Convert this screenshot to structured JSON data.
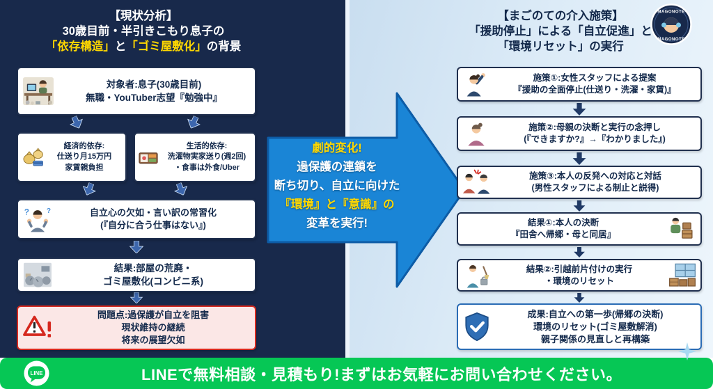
{
  "left_panel": {
    "title_lines": [
      "【現状分析】",
      "30歳目前・半引きこもり息子の"
    ],
    "title_line3_parts": [
      {
        "text": "「依存構造」",
        "highlight": true
      },
      {
        "text": "と",
        "highlight": false
      },
      {
        "text": "「ゴミ屋敷化」",
        "highlight": true
      },
      {
        "text": "の背景",
        "highlight": false
      }
    ],
    "boxes": {
      "subject": {
        "icon": "hikikomori-desk-icon",
        "lines": [
          "対象者:息子(30歳目前)",
          "無職・YouTuber志望『勉強中』"
        ]
      },
      "economic": {
        "icon": "money-bags-icon",
        "lines": [
          "経済的依存:",
          "仕送り月15万円",
          "家賃親負担"
        ]
      },
      "lifestyle": {
        "icon": "bento-icon",
        "lines": [
          "生活的依存:",
          "洗濯物実家送り(週2回)",
          "・食事は外食/Uber"
        ]
      },
      "mindset": {
        "icon": "shrug-person-icon",
        "lines": [
          "自立心の欠如・言い訳の常習化",
          "(『自分に合う仕事はない』)"
        ]
      },
      "result": {
        "icon": "trash-room-icon",
        "lines": [
          "結果:部屋の荒廃・",
          "ゴミ屋敷化(コンビニ系)"
        ]
      },
      "problem": {
        "icon": "warning-icon",
        "lines": [
          "問題点:過保護が自立を阻害",
          "現状維持の継続",
          "将来の展望欠如"
        ]
      }
    }
  },
  "center_arrow": {
    "lines": [
      "劇的変化!",
      "過保護の連鎖を",
      "断ち切り、自立に向けた",
      "『環境』と『意識』の",
      "変革を実行!"
    ]
  },
  "right_panel": {
    "title_lines": [
      "【まごのての介入施策】",
      "「援助停止」による「自立促進」と",
      "「環境リセット」の実行"
    ],
    "badge_text": "MAGONOTE",
    "boxes": {
      "step1": {
        "icon": "female-staff-icon",
        "lines": [
          "施策①:女性スタッフによる提案",
          "『援助の全面停止(仕送り・洗濯・家賃)』"
        ]
      },
      "step2": {
        "icon": "mother-icon",
        "lines": [
          "施策②:母親の決断と実行の念押し",
          "(『できますか?』→『わかりました』)"
        ]
      },
      "step3": {
        "icon": "confrontation-icon",
        "lines": [
          "施策③:本人の反発への対応と対話",
          "(男性スタッフによる制止と説得)"
        ]
      },
      "result1": {
        "icon": "traveler-icon",
        "lines": [
          "結果①:本人の決断",
          "『田舎へ帰郷・母と同居』"
        ]
      },
      "result2": {
        "icons": [
          "cleaner-icon",
          "moving-boxes-icon"
        ],
        "lines": [
          "結果②:引越前片付けの実行",
          "・環境のリセット"
        ]
      },
      "outcome": {
        "icon": "shield-check-icon",
        "lines": [
          "成果:自立への第一歩(帰郷の決断)",
          "環境のリセット(ゴミ屋敷解消)",
          "親子関係の見直しと再構築"
        ]
      }
    }
  },
  "footer": {
    "line_label": "LINE",
    "text": "LINEで無料相談・見積もり!まずはお気軽にお問い合わせください。"
  },
  "decor": {
    "question_mark": "?"
  },
  "colors": {
    "left_bg": "#18294b",
    "right_bg_start": "#c9def0",
    "right_bg_end": "#eef6fc",
    "arrow_blue": "#1a85d6",
    "accent_yellow": "#ffd800",
    "alert_red": "#d5281e",
    "success_blue": "#2a6cb5",
    "line_green": "#06c755",
    "text_navy": "#13294b"
  },
  "icons": [
    "hikikomori-desk-icon",
    "money-bags-icon",
    "bento-icon",
    "shrug-person-icon",
    "trash-room-icon",
    "warning-icon",
    "female-staff-icon",
    "mother-icon",
    "confrontation-icon",
    "traveler-icon",
    "cleaner-icon",
    "moving-boxes-icon",
    "shield-check-icon",
    "line-icon",
    "magonote-badge-icon",
    "sparkle-icon"
  ]
}
